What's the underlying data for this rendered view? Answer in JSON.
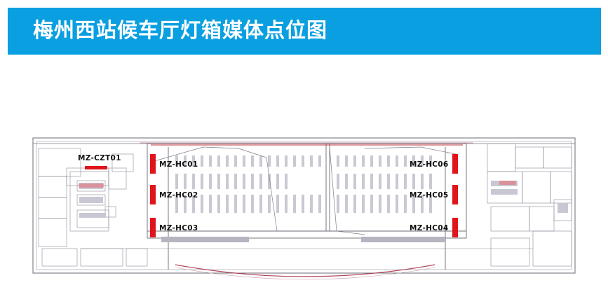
{
  "header": {
    "title": "梅州西站候车厅灯箱媒体点位图",
    "background_color": "#0a9fe0"
  },
  "floor_plan": {
    "marker_color": "#e0141b",
    "points": [
      {
        "id": "MZ-CZT01"
      },
      {
        "id": "MZ-HC01"
      },
      {
        "id": "MZ-HC02"
      },
      {
        "id": "MZ-HC03"
      },
      {
        "id": "MZ-HC06"
      },
      {
        "id": "MZ-HC05"
      },
      {
        "id": "MZ-HC04"
      }
    ]
  }
}
